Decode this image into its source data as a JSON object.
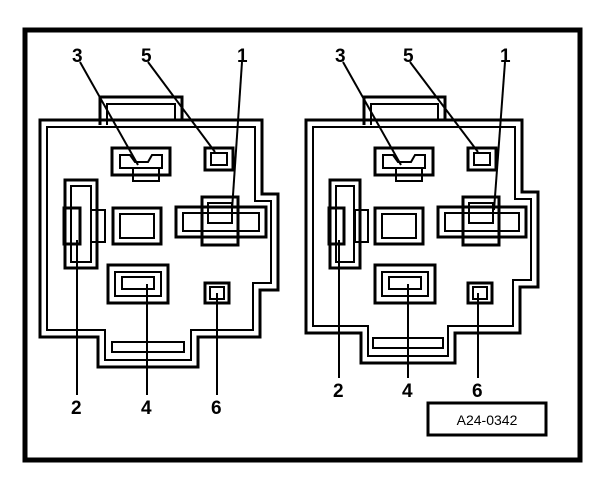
{
  "figure": {
    "reference_code": "A24-0342",
    "left_view": {
      "callouts": [
        "1",
        "2",
        "3",
        "4",
        "5",
        "6"
      ]
    },
    "right_view": {
      "callouts": [
        "1",
        "2",
        "3",
        "4",
        "5",
        "6"
      ]
    }
  }
}
